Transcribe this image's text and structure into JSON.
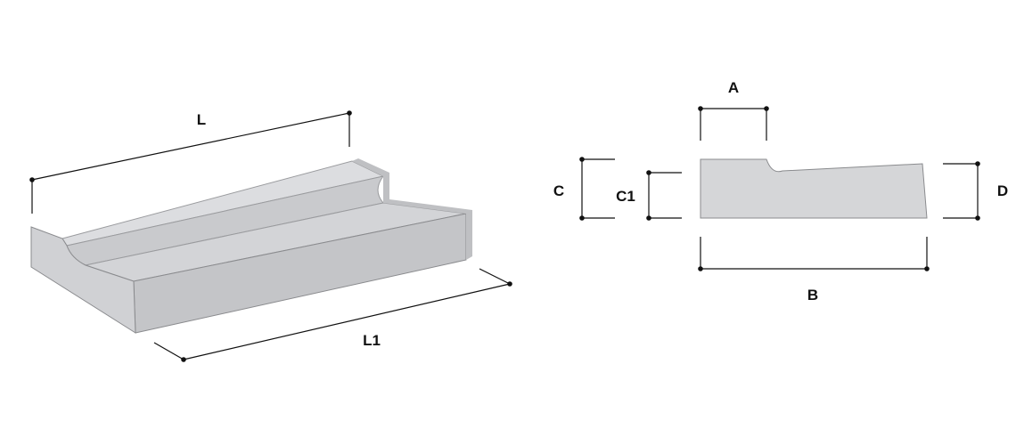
{
  "colors": {
    "background": "#ffffff",
    "line": "#111111",
    "stone_top": "#d8d9db",
    "stone_front": "#c2c3c6",
    "stone_side": "#cfd0d3",
    "stone_groove": "#bcbdc0",
    "section_fill": "#d5d6d8",
    "outline": "#8a8b8e"
  },
  "isometric": {
    "labels": {
      "length": "L",
      "length_front": "L1"
    }
  },
  "section": {
    "labels": {
      "a": "A",
      "b": "B",
      "c": "C",
      "c1": "C1",
      "d": "D"
    }
  }
}
